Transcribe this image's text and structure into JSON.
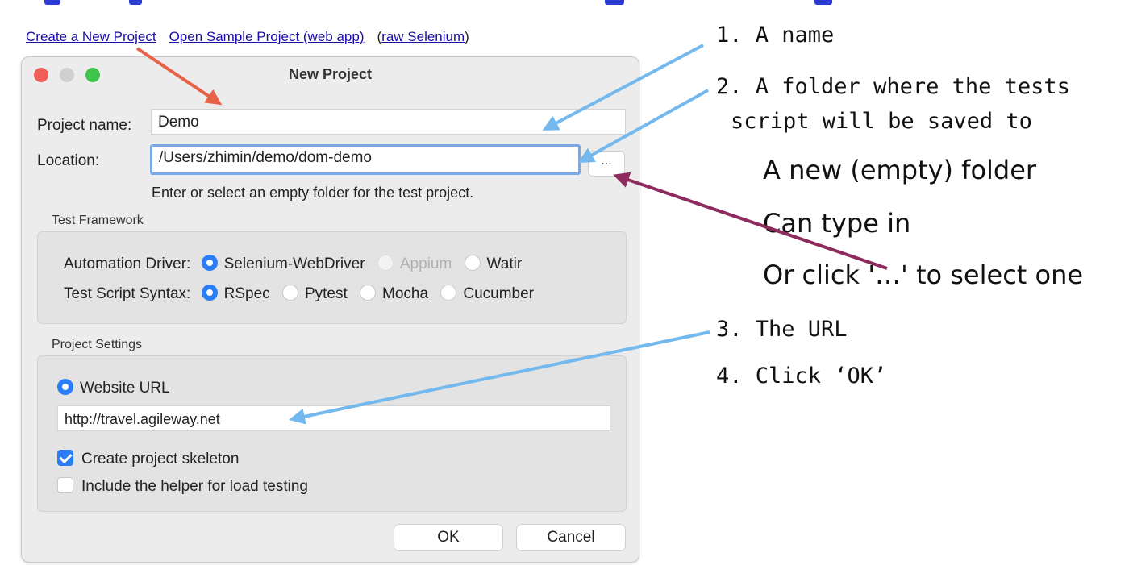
{
  "links": {
    "create_new_project": "Create a New Project",
    "open_sample_project": "Open Sample Project (web app)",
    "raw_selenium_open": "(",
    "raw_selenium": "raw Selenium",
    "raw_selenium_close": ")"
  },
  "dialog": {
    "title": "New Project",
    "project_name_label": "Project name:",
    "project_name_value": "Demo",
    "location_label": "Location:",
    "location_value": "/Users/zhimin/demo/dom-demo",
    "browse_label": "...",
    "location_hint": "Enter or select an empty folder for the test project.",
    "test_framework": {
      "title": "Test Framework",
      "automation_driver_label": "Automation Driver:",
      "drivers": [
        "Selenium-WebDriver",
        "Appium",
        "Watir"
      ],
      "selected_driver": "Selenium-WebDriver",
      "disabled_driver": "Appium",
      "syntax_label": "Test Script Syntax:",
      "syntaxes": [
        "RSpec",
        "Pytest",
        "Mocha",
        "Cucumber"
      ],
      "selected_syntax": "RSpec"
    },
    "project_settings": {
      "title": "Project Settings",
      "website_url_label": "Website URL",
      "website_url_value": "http://travel.agileway.net",
      "create_skeleton_label": "Create project skeleton",
      "create_skeleton_checked": true,
      "load_testing_label": "Include the helper for load testing",
      "load_testing_checked": false
    },
    "ok_label": "OK",
    "cancel_label": "Cancel"
  },
  "annotations": {
    "note1": "1. A name",
    "note2_line1": "2. A folder where the tests",
    "note2_line2": "script will be saved to",
    "note_new_folder": "A new (empty) folder",
    "note_type_in": "Can type in",
    "note_click_select": "Or click '…' to select one",
    "note3": "3. The URL",
    "note4": "4. Click ‘OK’"
  },
  "colors": {
    "link": "#1a0dab",
    "accent_blue": "#2a7df6",
    "arrow_red": "#e8624a",
    "arrow_blue": "#74b9ee",
    "arrow_purple": "#8e2a5d",
    "traffic_red": "#ee5f56",
    "traffic_green": "#3ec34b"
  }
}
